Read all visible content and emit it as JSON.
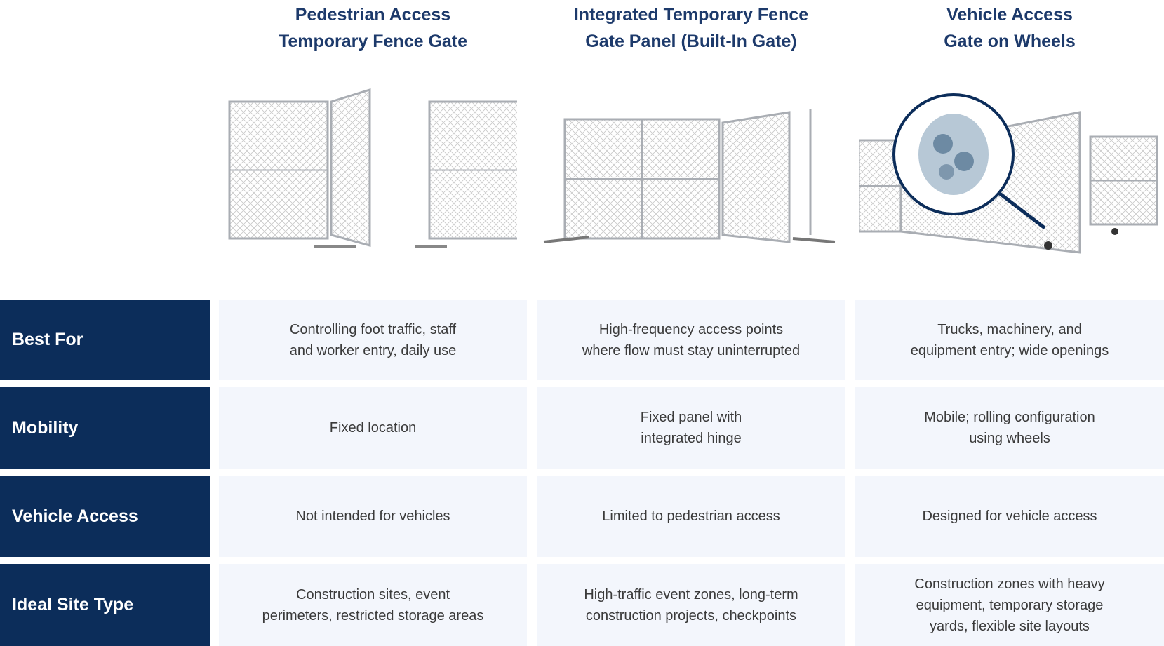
{
  "columns": [
    {
      "title_line1": "Pedestrian Access",
      "title_line2": "Temporary Fence Gate",
      "image_icon": "pedestrian-gate-image"
    },
    {
      "title_line1": "Integrated Temporary Fence",
      "title_line2": "Gate Panel (Built-In Gate)",
      "image_icon": "integrated-gate-panel-image"
    },
    {
      "title_line1": "Vehicle Access",
      "title_line2": "Gate on Wheels",
      "image_icon": "vehicle-gate-wheels-image"
    }
  ],
  "rows": [
    {
      "label": "Best For",
      "cells": [
        [
          "Controlling foot traffic, staff",
          "and worker entry, daily use"
        ],
        [
          "High-frequency access points",
          "where flow must stay uninterrupted"
        ],
        [
          "Trucks, machinery, and",
          "equipment entry; wide openings"
        ]
      ]
    },
    {
      "label": "Mobility",
      "cells": [
        [
          "Fixed location"
        ],
        [
          "Fixed panel with",
          "integrated hinge"
        ],
        [
          "Mobile; rolling configuration",
          "using wheels"
        ]
      ]
    },
    {
      "label": "Vehicle Access",
      "cells": [
        [
          "Not intended for vehicles"
        ],
        [
          "Limited to pedestrian access"
        ],
        [
          "Designed for vehicle access"
        ]
      ]
    },
    {
      "label": "Ideal Site Type",
      "cells": [
        [
          "Construction sites, event",
          "perimeters, restricted storage areas"
        ],
        [
          "High-traffic event zones, long-term",
          "construction projects, checkpoints"
        ],
        [
          "Construction zones with heavy",
          "equipment, temporary storage",
          "yards, flexible site layouts"
        ]
      ]
    }
  ],
  "colors": {
    "navy": "#0c2d5a",
    "title": "#1d3a6b",
    "cell_bg": "#f3f6fc"
  }
}
